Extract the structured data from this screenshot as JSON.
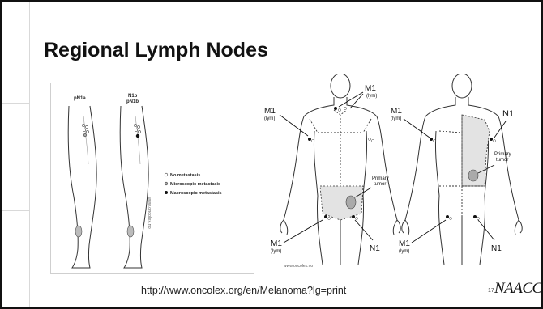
{
  "slide": {
    "title": "Regional Lymph Nodes",
    "source_url": "http://www.oncolex.org/en/Melanoma?lg=print",
    "slide_number": "17",
    "logo_text": "NAACCR"
  },
  "leg_figure": {
    "labels": {
      "left_leg": "pN1a",
      "right_leg_line1": "N1b",
      "right_leg_line2": "pN1b"
    },
    "watermark": "www.oncolex.no",
    "legend": [
      {
        "label": "No metastasis",
        "marker": "open-circle"
      },
      {
        "label": "Microscopic metastasis",
        "marker": "gray-circle"
      },
      {
        "label": "Macroscopic metastasis",
        "marker": "black-circle"
      }
    ]
  },
  "body_figure": {
    "front_labels": {
      "m1_left": "M1",
      "m1_left_sub": "(lym)",
      "m1_top": "M1",
      "m1_top_sub": "(lym)",
      "primary_tumor_line1": "Primary",
      "primary_tumor_line2": "tumor",
      "m1_bottom": "M1",
      "m1_bottom_sub": "(lym)",
      "n1": "N1"
    },
    "back_labels": {
      "m1_left": "M1",
      "m1_left_sub": "(lym)",
      "n1_top": "N1",
      "primary_tumor_line1": "Primary",
      "primary_tumor_line2": "tumor",
      "m1_bottom": "M1",
      "m1_bottom_sub": "(lym)",
      "n1_bottom": "N1"
    },
    "watermark": "www.oncolex.no"
  }
}
